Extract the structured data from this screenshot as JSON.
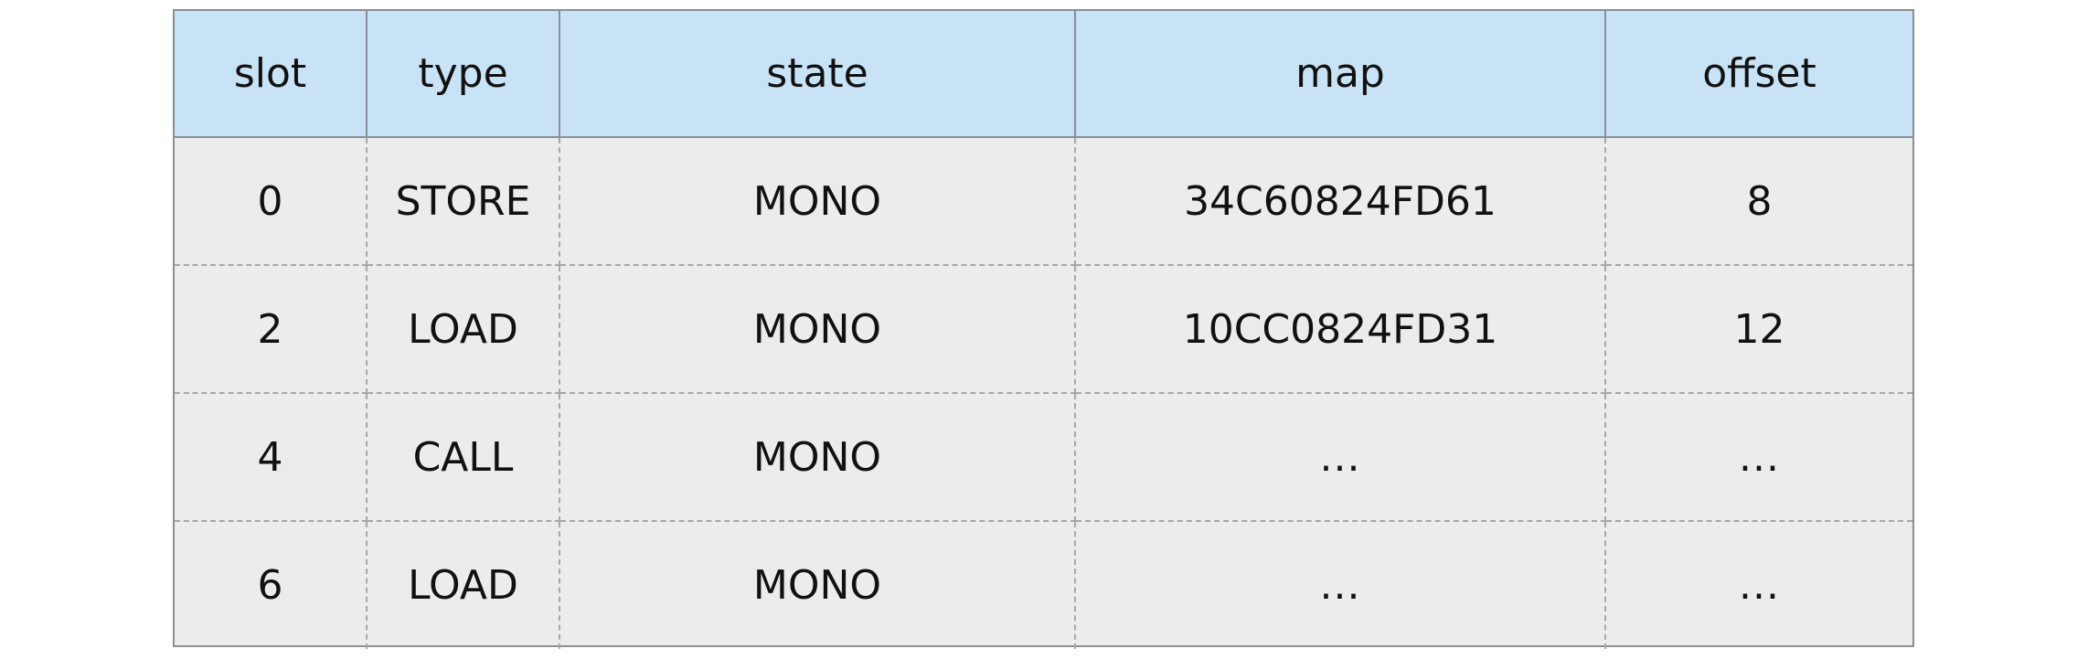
{
  "table": {
    "columns": [
      "slot",
      "type",
      "state",
      "map",
      "offset"
    ],
    "rows": [
      [
        "0",
        "STORE",
        "MONO",
        "34C60824FD61",
        "8"
      ],
      [
        "2",
        "LOAD",
        "MONO",
        "10CC0824FD31",
        "12"
      ],
      [
        "4",
        "CALL",
        "MONO",
        "...",
        "..."
      ],
      [
        "6",
        "LOAD",
        "MONO",
        "...",
        "..."
      ]
    ]
  },
  "colors": {
    "header_bg": "#c9e3f6",
    "body_bg": "#ececed",
    "border": "#8a8f96"
  }
}
